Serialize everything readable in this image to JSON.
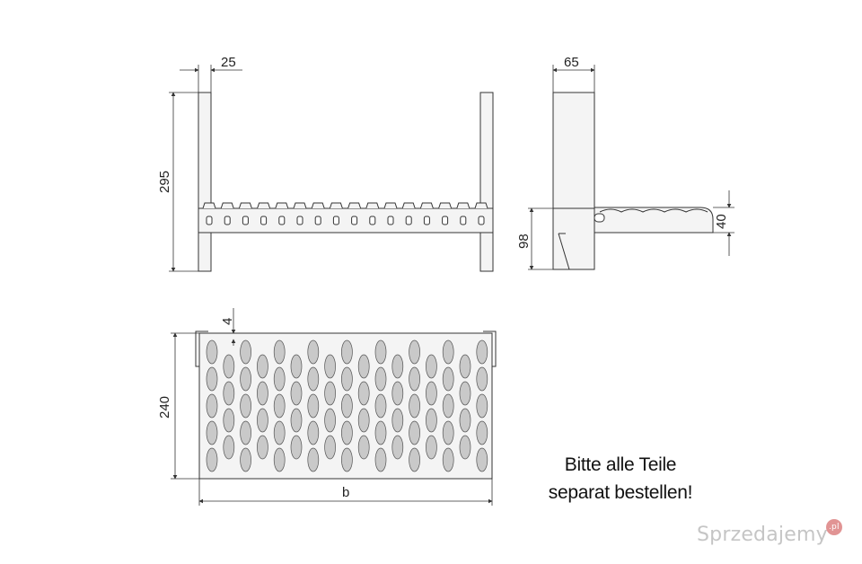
{
  "dimensions": {
    "post_width": "25",
    "height": "295",
    "side_depth": "65",
    "step_thickness": "40",
    "step_height": "98",
    "edge_offset": "4",
    "tread_depth": "240",
    "tread_width": "b"
  },
  "note": {
    "line1": "Bitte alle Teile",
    "line2": "separat bestellen!"
  },
  "watermark": {
    "text": "Sprzedajemy",
    "badge": ".pl"
  },
  "colors": {
    "line": "#333333",
    "fill": "#f4f4f4",
    "hole": "#c9c9c9",
    "note": "#111111",
    "watermark": "#999999"
  }
}
